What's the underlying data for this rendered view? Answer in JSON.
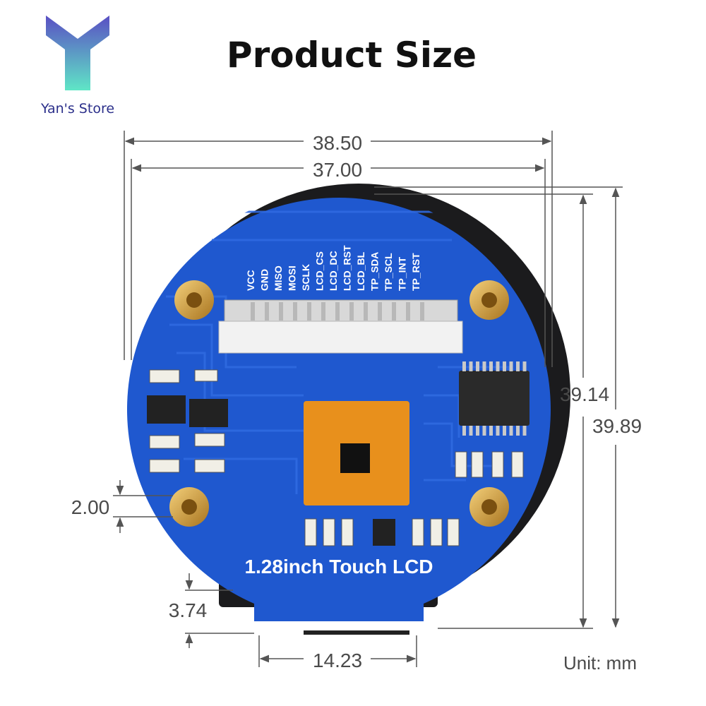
{
  "header": {
    "title": "Product Size",
    "logo_text": "Yan's Store"
  },
  "board": {
    "label": "1.28inch Touch LCD",
    "pins": [
      "VCC",
      "GND",
      "MISO",
      "MOSI",
      "SCLK",
      "LCD_CS",
      "LCD_DC",
      "LCD_RST",
      "LCD_BL",
      "TP_SDA",
      "TP_SCL",
      "TP_INT",
      "TP_RST"
    ]
  },
  "dimensions": {
    "width_outer": "38.50",
    "width_inner": "37.00",
    "height_inner": "39.14",
    "height_outer": "39.89",
    "hole_offset": "2.00",
    "tab_height": "3.74",
    "tab_width": "14.23"
  },
  "unit": "Unit: mm",
  "colors": {
    "pcb": "#1e55c8",
    "pcb_dark": "#143f9a",
    "gold": "#d9a441",
    "flex": "#e8901c",
    "logo_top": "#4e5bbf",
    "logo_bottom": "#59e0c3",
    "dim_line": "#555555",
    "dim_text": "#4a4a4a"
  }
}
